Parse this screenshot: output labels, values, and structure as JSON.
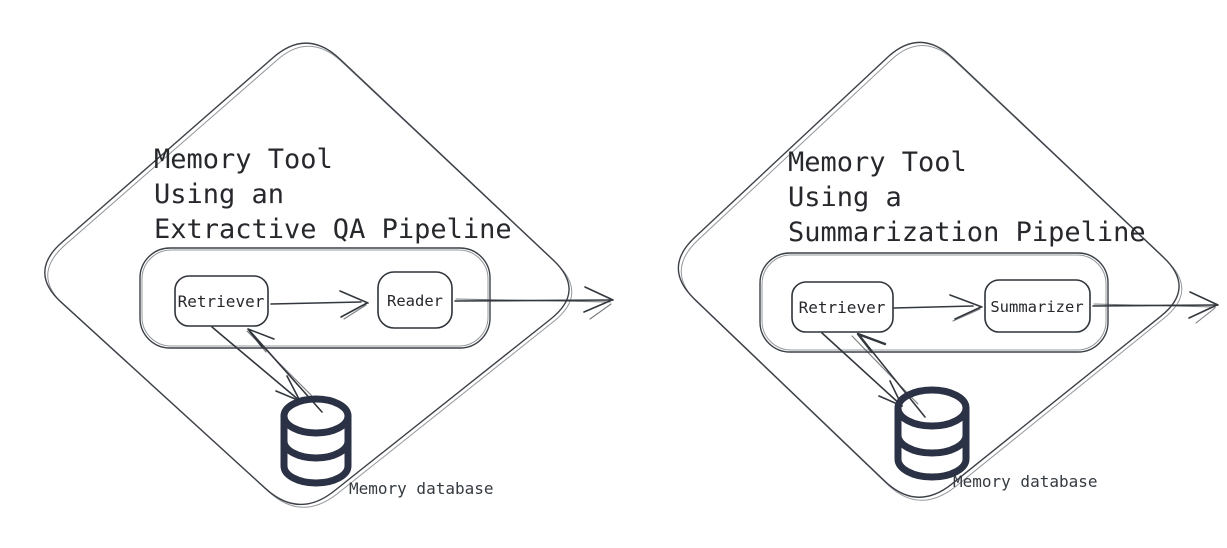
{
  "colors": {
    "ink": "#3c4148",
    "arrow": "#33383e",
    "text": "#26282c",
    "database_icon": "#2b3245",
    "background": "#ffffff"
  },
  "diagrams": [
    {
      "title_lines": [
        "Memory Tool",
        "Using an",
        "Extractive QA Pipeline"
      ],
      "nodes": [
        "Retriever",
        "Reader"
      ],
      "database_label": "Memory database"
    },
    {
      "title_lines": [
        "Memory Tool",
        "Using a",
        "Summarization Pipeline"
      ],
      "nodes": [
        "Retriever",
        "Summarizer"
      ],
      "database_label": "Memory database"
    }
  ]
}
